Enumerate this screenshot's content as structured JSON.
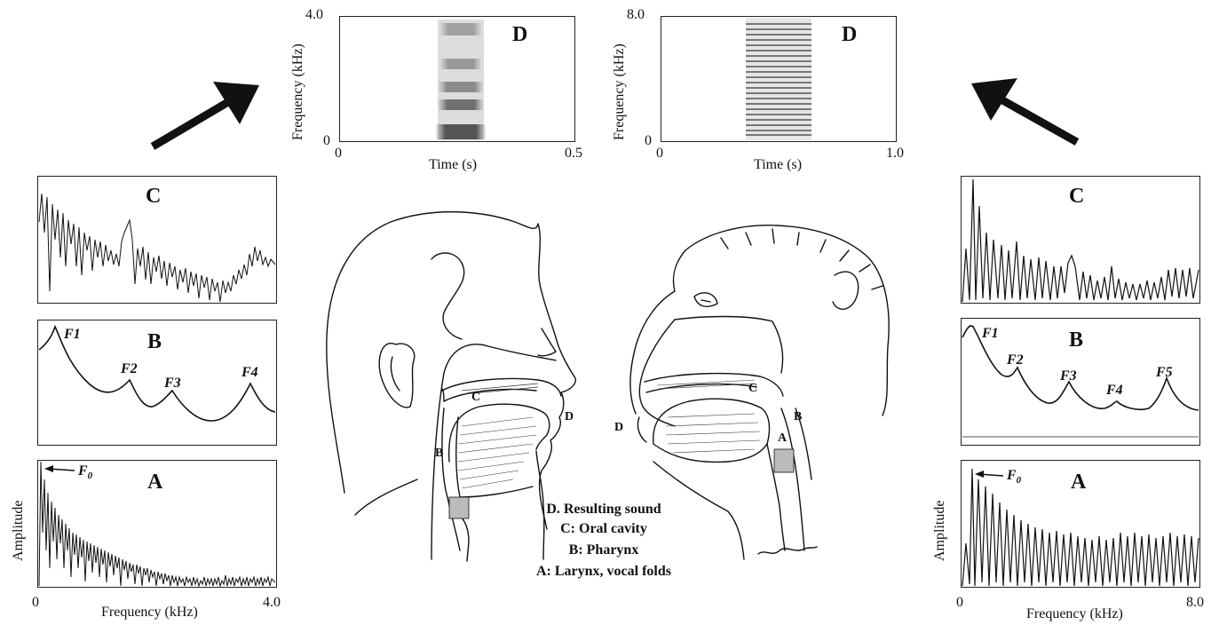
{
  "left": {
    "panel_c": {
      "label": "C"
    },
    "panel_b": {
      "label": "B",
      "formants": [
        "F1",
        "F2",
        "F3",
        "F4"
      ]
    },
    "panel_a": {
      "label": "A",
      "f0": "F",
      "f0_sub": "0"
    },
    "y_axis_label": "Amplitude",
    "x_axis_label": "Frequency (kHz)",
    "x_min": "0",
    "x_max": "4.0"
  },
  "right": {
    "panel_c": {
      "label": "C"
    },
    "panel_b": {
      "label": "B",
      "formants": [
        "F1",
        "F2",
        "F3",
        "F4",
        "F5"
      ]
    },
    "panel_a": {
      "label": "A",
      "f0": "F",
      "f0_sub": "0"
    },
    "y_axis_label": "Amplitude",
    "x_axis_label": "Frequency (kHz)",
    "x_min": "0",
    "x_max": "8.0"
  },
  "spectrogram_left": {
    "label": "D",
    "y_axis_label": "Frequency (kHz)",
    "y_max": "4.0",
    "y_min": "0",
    "x_axis_label": "Time (s)",
    "x_min": "0",
    "x_max": "0.5"
  },
  "spectrogram_right": {
    "label": "D",
    "y_axis_label": "Frequency (kHz)",
    "y_max": "8.0",
    "y_min": "0",
    "x_axis_label": "Time (s)",
    "x_min": "0",
    "x_max": "1.0"
  },
  "human_parts": {
    "c": "C",
    "d": "D",
    "b": "B"
  },
  "monkey_parts": {
    "c": "C",
    "d": "D",
    "b": "B",
    "a": "A"
  },
  "legend": [
    "D. Resulting sound",
    "C: Oral cavity",
    "B: Pharynx",
    "A: Larynx, vocal folds"
  ],
  "colors": {
    "ink": "#111111",
    "frame": "#222222"
  }
}
